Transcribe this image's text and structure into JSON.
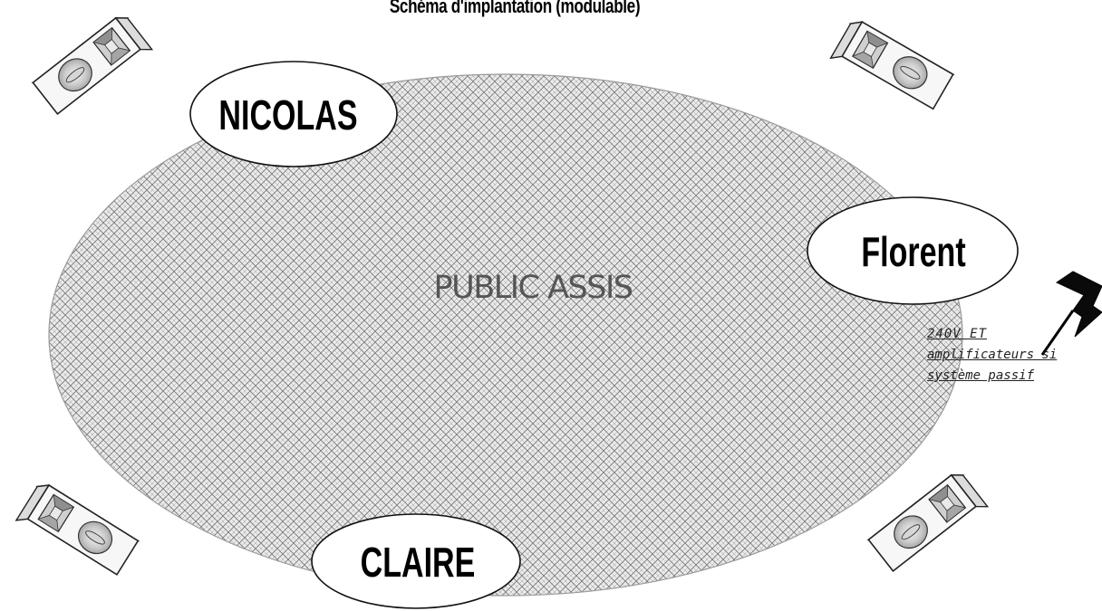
{
  "title": "Schéma d'implantation (modulable)",
  "zone": {
    "label": "PUBLIC ASSIS"
  },
  "musicians": {
    "top_left": "NICOLAS",
    "right": "Florent",
    "bottom": "CLAIRE"
  },
  "power_note": {
    "line1": "240V  ET",
    "line2": "amplificateurs si",
    "line3": "système passif"
  },
  "icons": {
    "speakers": [
      "speaker-icon",
      "speaker-icon",
      "speaker-icon",
      "speaker-icon"
    ],
    "power": "lightning-icon"
  }
}
